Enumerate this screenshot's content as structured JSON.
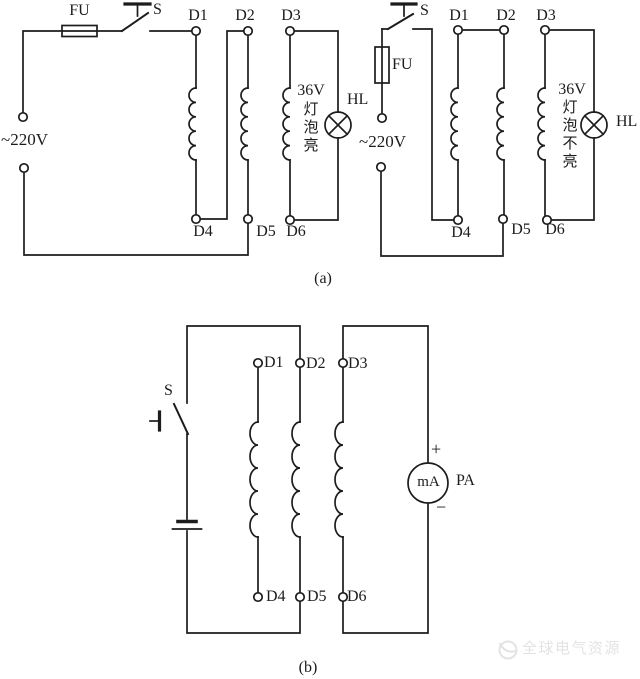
{
  "colors": {
    "line": "#1c1c1c",
    "background": "#ffffff",
    "watermark": "#e3e3e3"
  },
  "circuit_a_left": {
    "fuse_label": "FU",
    "switch_label": "S",
    "supply_label": "~220V",
    "terminal_labels": {
      "d1": "D1",
      "d2": "D2",
      "d3": "D3",
      "d4": "D4",
      "d5": "D5",
      "d6": "D6"
    },
    "lamp_voltage": "36V",
    "lamp_state": "灯泡亮",
    "lamp_label": "HL"
  },
  "circuit_a_right": {
    "fuse_label": "FU",
    "switch_label": "S",
    "supply_label": "~220V",
    "terminal_labels": {
      "d1": "D1",
      "d2": "D2",
      "d3": "D3",
      "d4": "D4",
      "d5": "D5",
      "d6": "D6"
    },
    "lamp_voltage": "36V",
    "lamp_state": "灯泡不亮",
    "lamp_label": "HL"
  },
  "circuit_b": {
    "switch_label": "S",
    "terminal_labels": {
      "d1": "D1",
      "d2": "D2",
      "d3": "D3",
      "d4": "D4",
      "d5": "D5",
      "d6": "D6"
    },
    "meter_face": "mA",
    "meter_label": "PA",
    "meter_plus": "+",
    "meter_minus": "−"
  },
  "captions": {
    "part_a": "(a)",
    "part_b": "(b)"
  },
  "watermark": {
    "text": "全球电气资源"
  }
}
